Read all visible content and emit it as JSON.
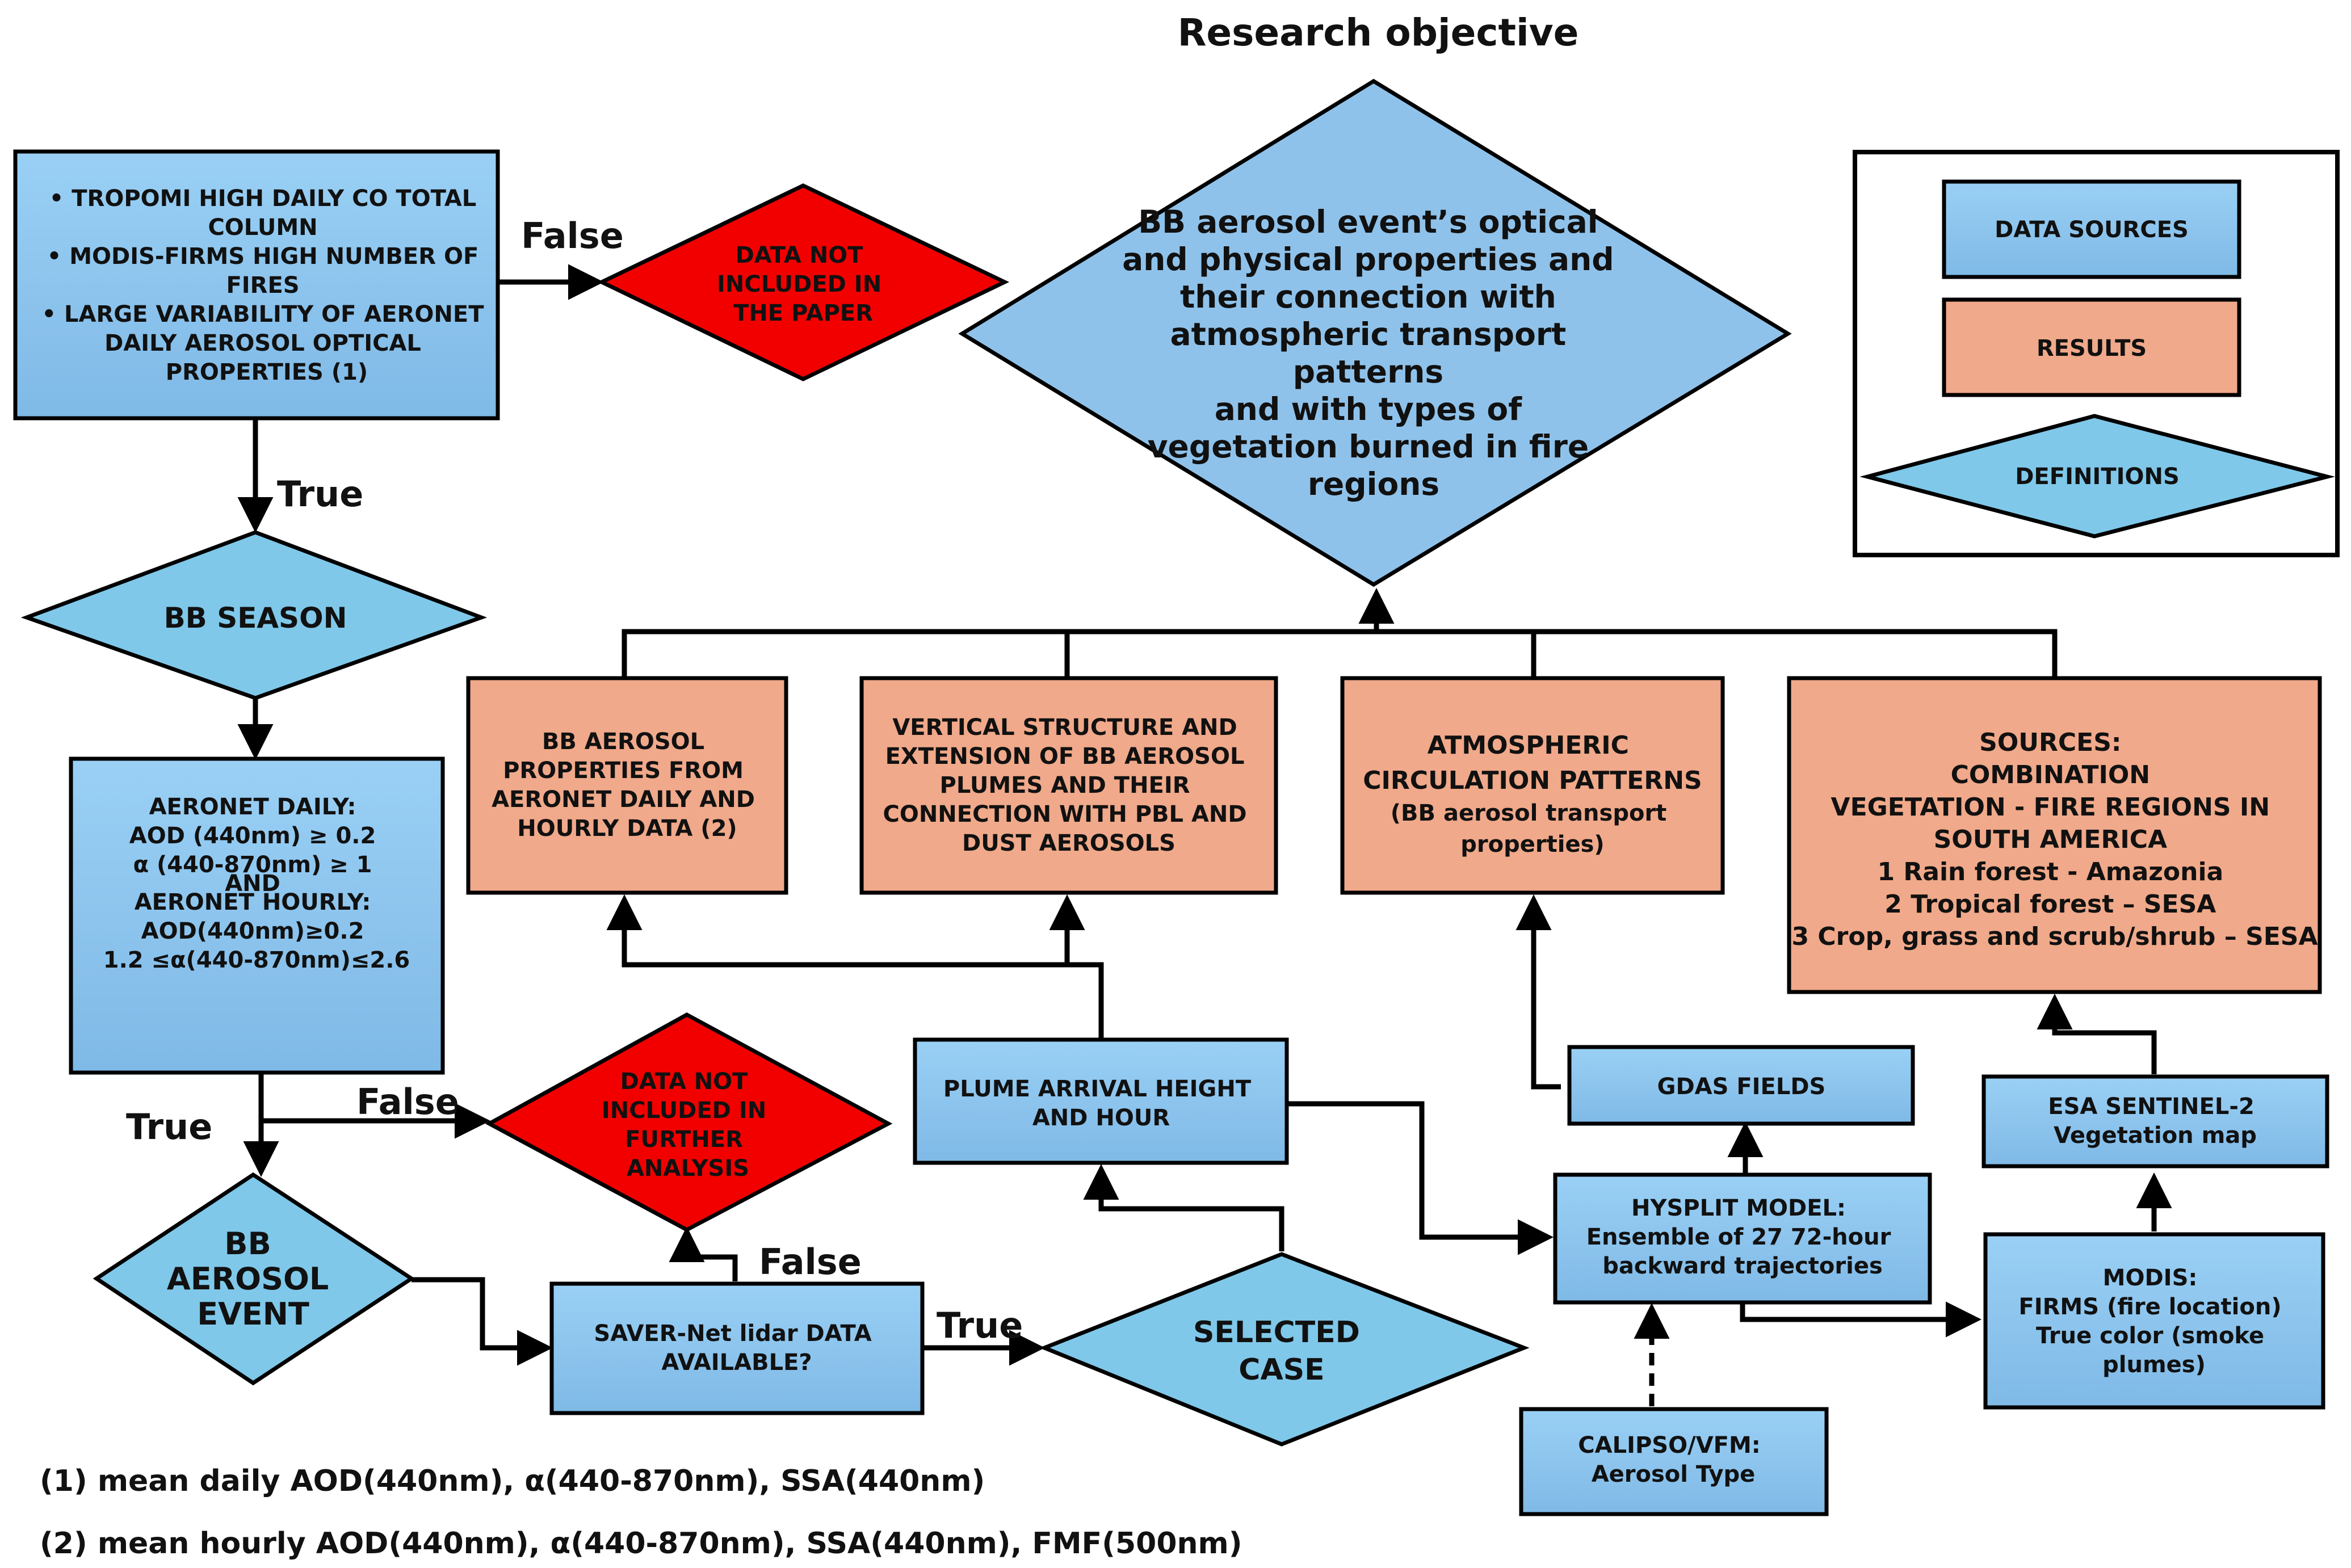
{
  "title": "Research objective",
  "objective": [
    "BB aerosol event’s optical",
    "and physical properties and",
    "their connection with",
    "atmospheric transport",
    "patterns",
    "and with types of",
    "vegetation burned in fire",
    "regions"
  ],
  "criteria_box": [
    "•   TROPOMI HIGH DAILY CO TOTAL",
    "COLUMN",
    "•   MODIS-FIRMS HIGH NUMBER OF",
    "FIRES",
    "•   LARGE VARIABILITY OF AERONET",
    "DAILY AEROSOL OPTICAL",
    "PROPERTIES (1)"
  ],
  "not_included_paper": [
    "DATA NOT",
    "INCLUDED IN",
    "THE PAPER"
  ],
  "not_included_analysis": [
    "DATA NOT",
    "INCLUDED IN",
    "FURTHER",
    "ANALYSIS"
  ],
  "bb_season": "BB SEASON",
  "aeronet_box": [
    "AERONET DAILY:",
    "AOD (440nm) ≥ 0.2",
    "α (440-870nm) ≥ 1",
    "",
    "AND",
    "",
    "AERONET HOURLY:",
    "AOD(440nm)≥0.2",
    "1.2 ≤α(440-870nm)≤2.6"
  ],
  "bb_aerosol_event": [
    "BB",
    "AEROSOL",
    "EVENT"
  ],
  "saver_net": [
    "SAVER-Net lidar DATA",
    "AVAILABLE?"
  ],
  "selected_case": [
    "SELECTED",
    "CASE"
  ],
  "plume_arrival": [
    "PLUME ARRIVAL HEIGHT",
    "AND HOUR"
  ],
  "gdas": "GDAS FIELDS",
  "hysplit": [
    "HYSPLIT MODEL:",
    "Ensemble of 27 72-hour",
    "backward trajectories"
  ],
  "calipso": [
    "CALIPSO/VFM:",
    "Aerosol Type"
  ],
  "sentinel": [
    "ESA SENTINEL-2",
    "Vegetation map"
  ],
  "modis": [
    "MODIS:",
    "FIRMS (fire location)",
    "True color (smoke",
    "plumes)"
  ],
  "results": {
    "r1": [
      "BB AEROSOL",
      "PROPERTIES FROM",
      "AERONET DAILY AND",
      "HOURLY DATA (2)"
    ],
    "r2": [
      "VERTICAL STRUCTURE AND",
      "EXTENSION OF BB AEROSOL",
      "PLUMES AND THEIR",
      "CONNECTION WITH PBL AND",
      "DUST AEROSOLS"
    ],
    "r3": [
      "ATMOSPHERIC",
      "CIRCULATION PATTERNS",
      "(BB aerosol transport",
      "properties)"
    ],
    "r4": [
      "SOURCES:",
      "COMBINATION",
      "VEGETATION - FIRE REGIONS IN",
      "SOUTH AMERICA",
      "1 Rain forest - Amazonia",
      "2 Tropical forest – SESA",
      "3 Crop, grass and scrub/shrub – SESA"
    ]
  },
  "legend": {
    "data_sources": "DATA SOURCES",
    "results": "RESULTS",
    "definitions": "DEFINITIONS"
  },
  "labels": {
    "false_1": "False",
    "true_1": "True",
    "true_2": "True",
    "false_2": "False",
    "false_3": "False",
    "true_3": "True"
  },
  "footnotes": [
    "(1) mean daily AOD(440nm), α(440-870nm), SSA(440nm)",
    "(2) mean hourly AOD(440nm), α(440-870nm), SSA(440nm), FMF(500nm)"
  ],
  "colors": {
    "data_source_fill": "#8cc4ee",
    "result_fill": "#f0a98a",
    "definition_fill": "#7fc8e9",
    "excluded_fill": "#f20000"
  }
}
